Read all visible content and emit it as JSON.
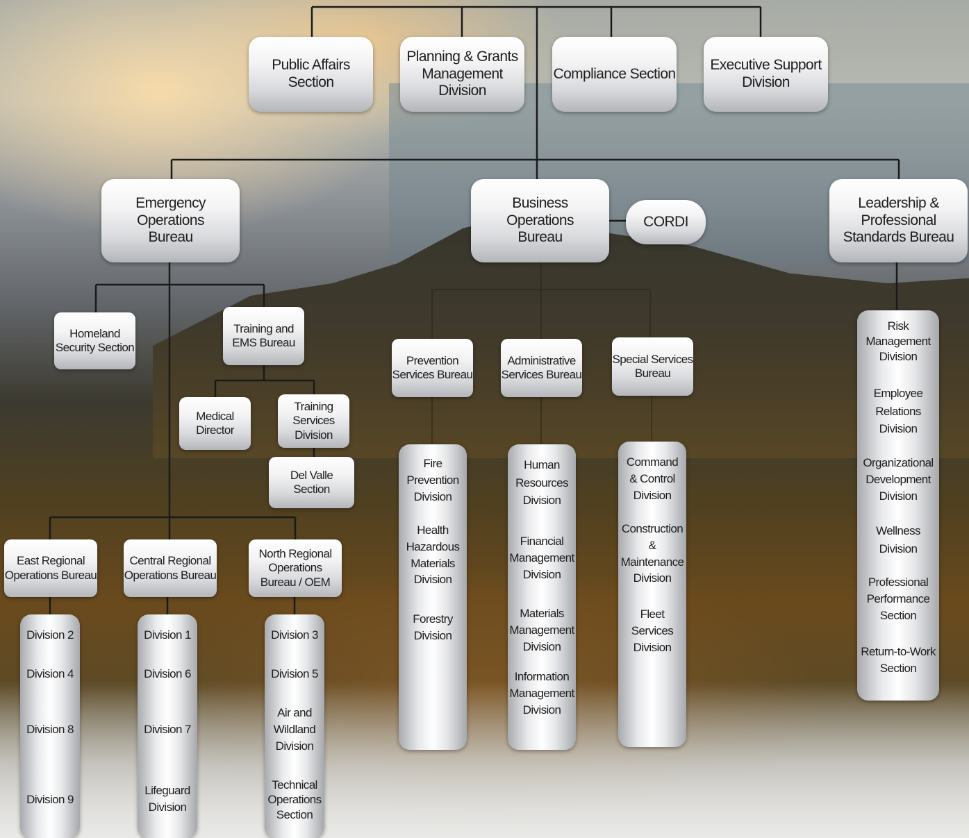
{
  "top_row": {
    "public_affairs": "Public Affairs\nSection",
    "planning_grants": "Planning & Grants\nManagement Division",
    "compliance": "Compliance Section",
    "executive_support": "Executive Support\nDivision"
  },
  "bureaus": {
    "emergency_operations": "Emergency\nOperations\nBureau",
    "business_operations": "Business\nOperations\nBureau",
    "cordi": "CORDI",
    "leadership_standards": "Leadership &\nProfessional\nStandards Bureau"
  },
  "emergency_branch": {
    "homeland_security": "Homeland\nSecurity Section",
    "training_ems": "Training and\nEMS Bureau",
    "medical_director": "Medical\nDirector",
    "training_services": "Training\nServices\nDivision",
    "del_valle": "Del Valle\nSection"
  },
  "regional": {
    "east": "East Regional\nOperations Bureau",
    "central": "Central Regional\nOperations Bureau",
    "north": "North Regional\nOperations\nBureau / OEM"
  },
  "regional_columns": {
    "east": [
      "Division 2",
      "Division 4",
      "Division 8",
      "Division 9"
    ],
    "central": [
      "Division 1",
      "Division 6",
      "Division 7",
      "Lifeguard\nDivision"
    ],
    "north": [
      "Division 3",
      "Division 5",
      "Air and\nWildland\nDivision",
      "Technical\nOperations\nSection"
    ]
  },
  "business_branch": {
    "prevention": "Prevention\nServices Bureau",
    "administrative": "Administrative\nServices Bureau",
    "special_services": "Special Services\nBureau"
  },
  "business_columns": {
    "prevention": [
      "Fire\nPrevention\nDivision",
      "Health\nHazardous\nMaterials\nDivision",
      "Forestry\nDivision"
    ],
    "administrative": [
      "Human\nResources\nDivision",
      "Financial\nManagement\nDivision",
      "Materials\nManagement\nDivision",
      "Information\nManagement\nDivision"
    ],
    "special_services": [
      "Command\n& Control\nDivision",
      "Construction\n&\nMaintenance\nDivision",
      "Fleet\nServices\nDivision"
    ]
  },
  "leadership_column": [
    "Risk\nManagement\nDivision",
    "Employee\nRelations\nDivision",
    "Organizational\nDevelopment\nDivision",
    "Wellness\nDivision",
    "Professional\nPerformance\nSection",
    "Return-to-Work\nSection"
  ]
}
